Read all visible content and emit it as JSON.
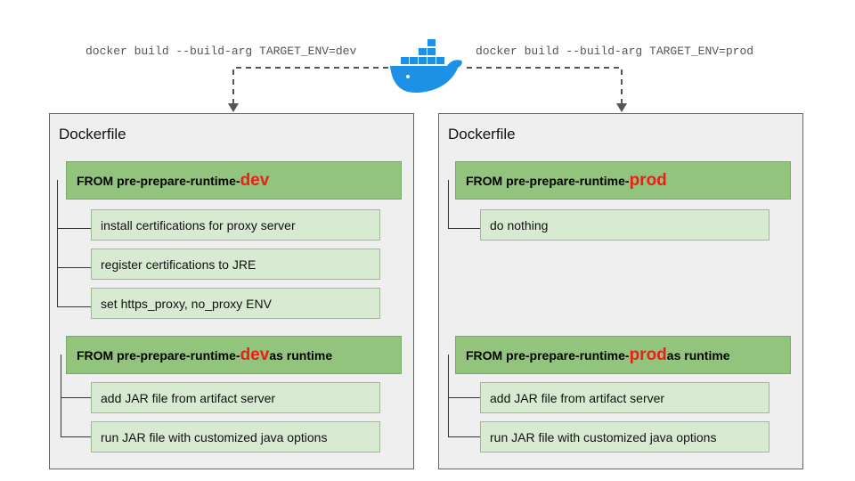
{
  "commands": {
    "left": "docker build --build-arg TARGET_ENV=dev",
    "right": "docker build --build-arg TARGET_ENV=prod"
  },
  "colors": {
    "docker_blue": "#1d91e6",
    "stage_fill": "#93c47d",
    "step_fill": "#d9ead3",
    "env_highlight": "#e8201a",
    "panel_fill": "#efefef"
  },
  "panels": {
    "left": {
      "title": "Dockerfile",
      "stage1": {
        "prefix": "FROM pre-prepare-runtime-",
        "env": "dev",
        "suffix": "",
        "steps": [
          "install certifications for proxy server",
          "register certifications to JRE",
          "set https_proxy, no_proxy ENV"
        ]
      },
      "stage2": {
        "prefix": "FROM pre-prepare-runtime-",
        "env": "dev",
        "suffix": " as runtime",
        "steps": [
          "add JAR file from artifact server",
          "run JAR file with customized java options"
        ]
      }
    },
    "right": {
      "title": "Dockerfile",
      "stage1": {
        "prefix": "FROM pre-prepare-runtime-",
        "env": "prod",
        "suffix": "",
        "steps": [
          "do nothing"
        ]
      },
      "stage2": {
        "prefix": "FROM pre-prepare-runtime-",
        "env": "prod",
        "suffix": " as runtime",
        "steps": [
          "add JAR file from artifact server",
          "run JAR file with customized java options"
        ]
      }
    }
  }
}
